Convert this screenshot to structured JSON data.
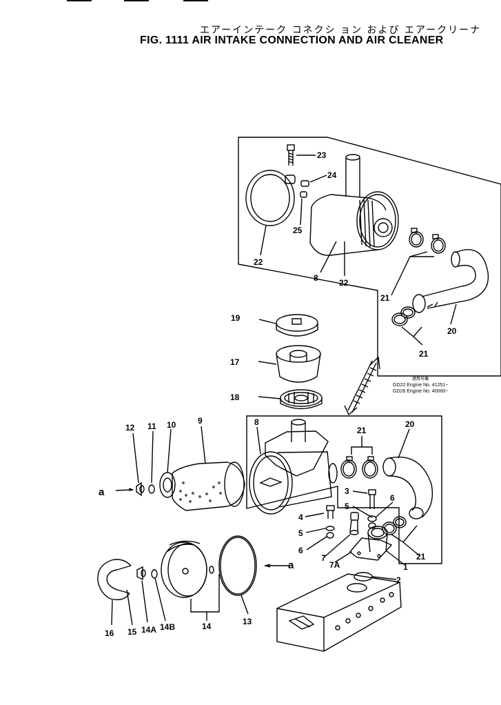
{
  "header": {
    "title_jp": "エアーインテーク コネクシ ョン および エアークリーナ",
    "title_en": "FIG. 1111  AIR INTAKE CONNECTION AND AIR CLEANER"
  },
  "serial_note": {
    "heading": "適用号機",
    "line1": "GD22  Engine  No.  41251~",
    "line2": "GD28  Engine  No.  40000~"
  },
  "callouts": {
    "upper": {
      "c23": "23",
      "c24": "24",
      "c25": "25",
      "c22a": "22",
      "c8": "8",
      "c22b": "22",
      "c21a": "21",
      "c20": "20",
      "c21b": "21"
    },
    "middle": {
      "c19": "19",
      "c17": "17",
      "c18": "18",
      "c12": "12",
      "c11": "11",
      "c10": "10",
      "c9": "9",
      "ca1": "a",
      "c8": "8",
      "c21": "21",
      "c20": "20"
    },
    "lower": {
      "c3": "3",
      "c6a": "6",
      "c4": "4",
      "c5a": "5",
      "c5b": "5",
      "c6b": "6",
      "c7": "7",
      "c7a": "7A",
      "c1": "1",
      "c21": "21",
      "c2": "2",
      "ca2": "a",
      "c16": "16",
      "c15": "15",
      "c14a": "14A",
      "c14b": "14B",
      "c14": "14",
      "c13": "13"
    }
  }
}
